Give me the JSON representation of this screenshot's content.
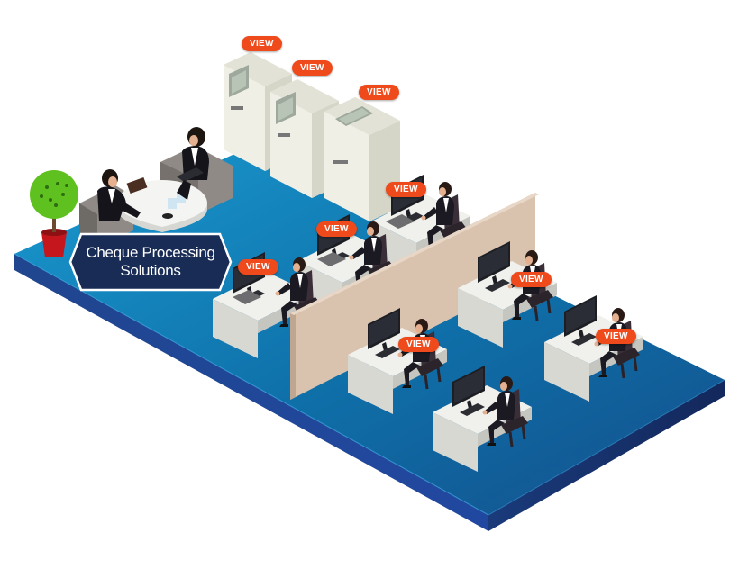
{
  "colors": {
    "floor_top": "#0f6fa8",
    "floor_side_left": "#1c3c86",
    "floor_side_right": "#162f6c",
    "badge_fill": "#182c56",
    "button": "#ef4a1c"
  },
  "title_badge": {
    "line1": "Cheque Processing",
    "line2": "Solutions"
  },
  "view_buttons": [
    {
      "label": "VIEW"
    },
    {
      "label": "VIEW"
    },
    {
      "label": "VIEW"
    },
    {
      "label": "VIEW"
    },
    {
      "label": "VIEW"
    },
    {
      "label": "VIEW"
    },
    {
      "label": "VIEW"
    },
    {
      "label": "VIEW"
    },
    {
      "label": "VIEW"
    }
  ],
  "icons": [
    "plant-icon",
    "atm-machine-icon",
    "office-worker-icon",
    "computer-monitor-icon",
    "chair-icon",
    "meeting-table-icon"
  ]
}
